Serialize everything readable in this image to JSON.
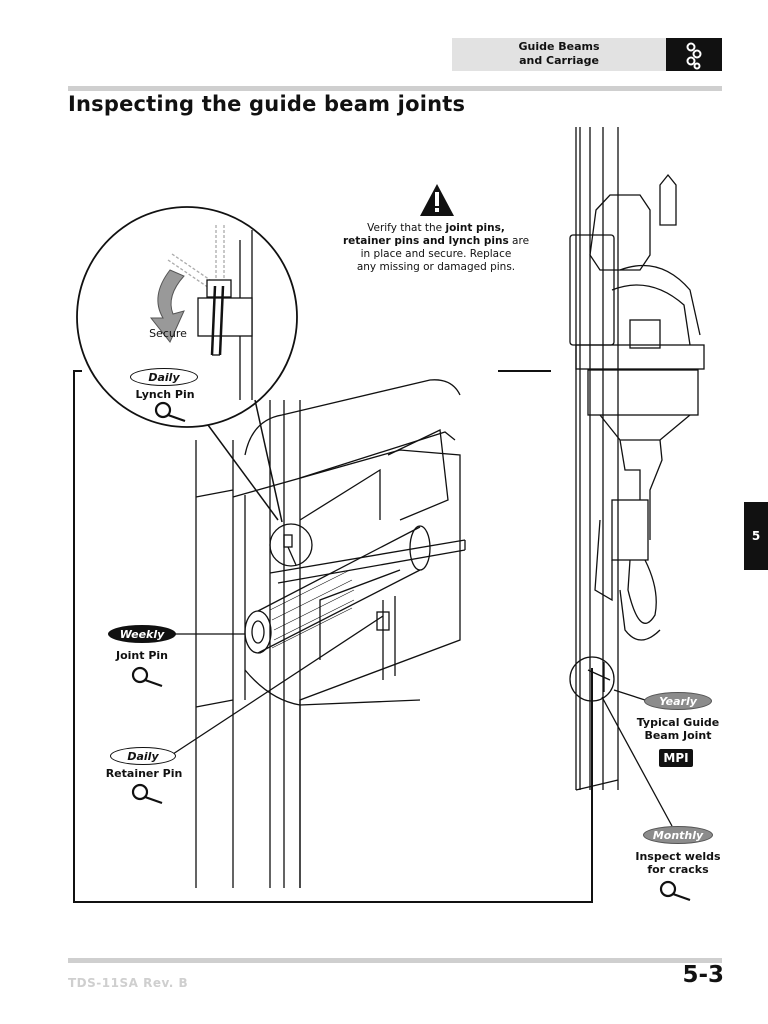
{
  "header": {
    "section_line1": "Guide Beams",
    "section_line2": "and Carriage",
    "section_icon": "guide-beam-chain-icon"
  },
  "title": "Inspecting the guide beam joints",
  "side_tab": "5",
  "warning": {
    "icon": "warning-triangle-icon",
    "pre": "Verify that the ",
    "bold1": "joint pins,",
    "bold2": "retainer pins and lynch pins",
    "post1": " are",
    "line3": "in place and secure. Replace",
    "line4": "any missing or damaged pins."
  },
  "callouts": {
    "secure": "Secure",
    "lynch_pin": {
      "frequency": "Daily",
      "label": "Lynch Pin",
      "icon": "magnifier-icon"
    },
    "joint_pin": {
      "frequency": "Weekly",
      "label": "Joint Pin",
      "icon": "magnifier-icon"
    },
    "retainer_pin": {
      "frequency": "Daily",
      "label": "Retainer Pin",
      "icon": "magnifier-icon"
    },
    "guide_beam_joint": {
      "frequency": "Yearly",
      "label_line1": "Typical Guide",
      "label_line2": "Beam Joint",
      "badge": "MPI"
    },
    "welds": {
      "frequency": "Monthly",
      "label_line1": "Inspect welds",
      "label_line2": "for cracks",
      "icon": "magnifier-icon"
    }
  },
  "footer": {
    "document": "TDS-11SA Rev. B",
    "page": "5-3"
  }
}
